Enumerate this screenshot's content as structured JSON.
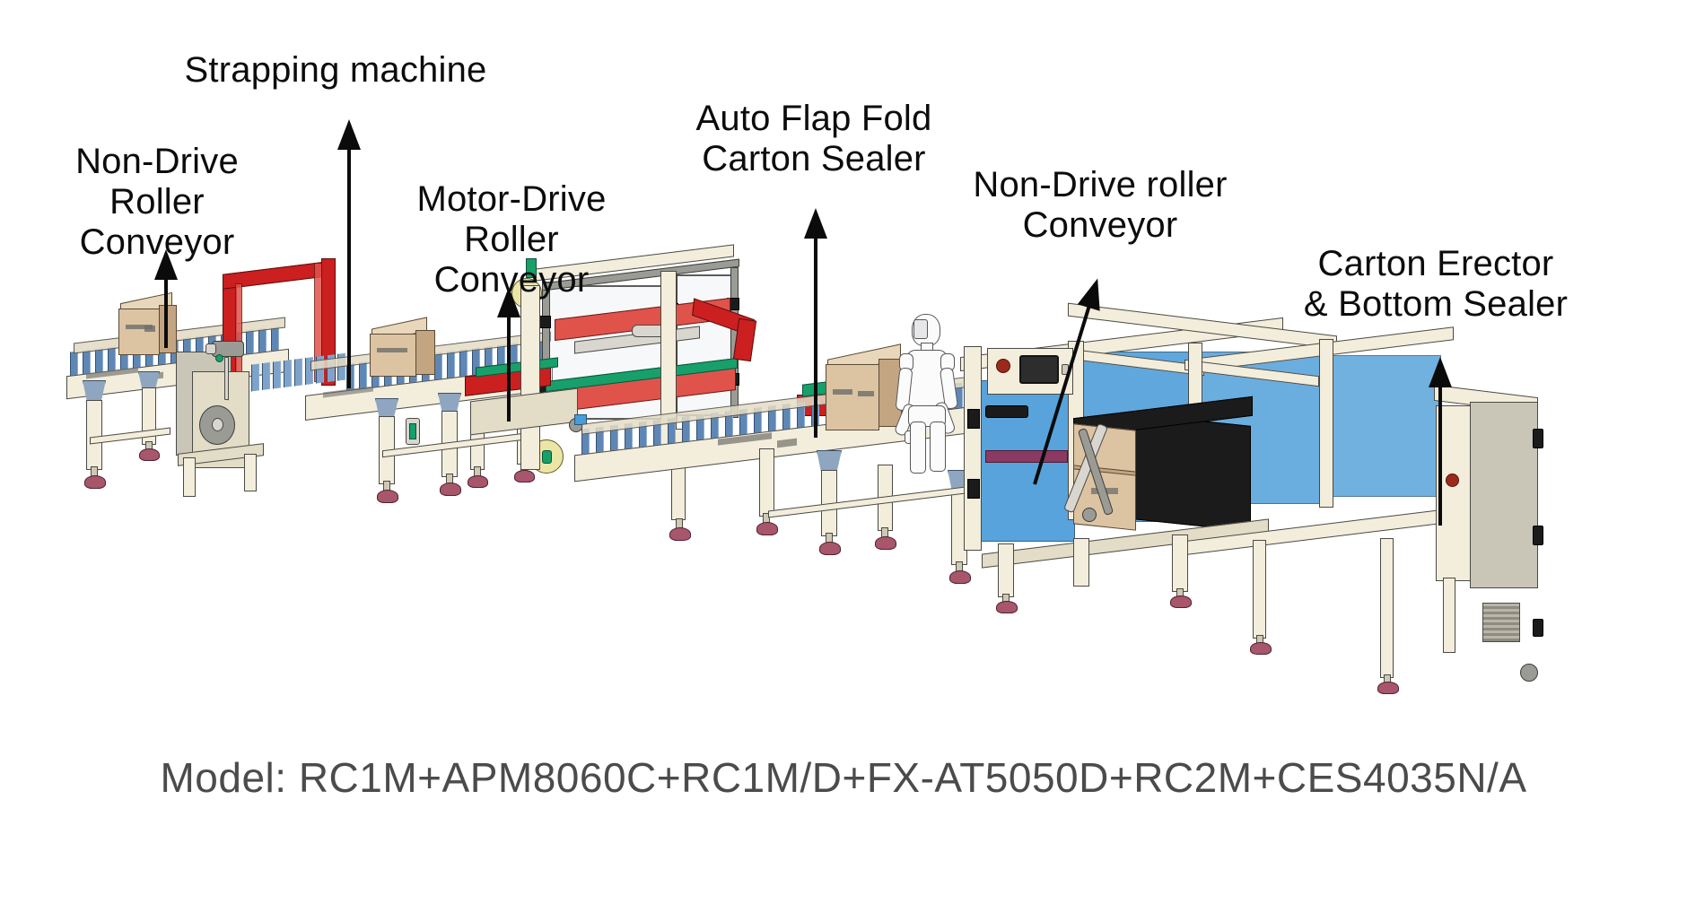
{
  "diagram": {
    "title_caption": "Model: RC1M+APM8060C+RC1M/D+FX-AT5050D+RC2M+CES4035N/A",
    "background_color": "#ffffff",
    "text_color": "#0c0c0c",
    "caption_color": "#4b4b4b",
    "labels": [
      {
        "id": "non-drive-roller-conveyor-left",
        "text": "Non-Drive\nRoller Conveyor"
      },
      {
        "id": "strapping-machine",
        "text": "Strapping machine"
      },
      {
        "id": "motor-drive-roller-conveyor",
        "text": "Motor-Drive\nRoller Conveyor"
      },
      {
        "id": "auto-flap-fold-carton-sealer",
        "text": "Auto Flap Fold\nCarton Sealer"
      },
      {
        "id": "non-drive-roller-conveyor-right",
        "text": "Non-Drive roller\nConveyor"
      },
      {
        "id": "carton-erector-bottom-sealer",
        "text": "Carton Erector\n& Bottom Sealer"
      }
    ],
    "palette": {
      "machine_frame_cream": "#f3eddb",
      "machine_frame_shadow": "#e3dcc6",
      "strapping_arch_red": "#cc1f1f",
      "sealer_red": "#e0534b",
      "sealer_green": "#17a06a",
      "erector_panel_blue": "#4a9cd8",
      "roller_blue": "#5f87b5",
      "carton_tan": "#dcc3a2",
      "foot_maroon": "#a8566b",
      "tape_reel_yellow": "#ece6a6",
      "indicator_red": "#9c2a1c",
      "hmi_screen_dark": "#2d2d2d",
      "stack_black": "#1b1b1b"
    },
    "stations": [
      {
        "id": "station-non-drive-roller-conveyor-left",
        "name": "Non-Drive Roller Conveyor",
        "model_code": "RC1M"
      },
      {
        "id": "station-strapping-machine",
        "name": "Strapping machine",
        "model_code": "APM8060C"
      },
      {
        "id": "station-motor-drive-roller-conveyor",
        "name": "Motor-Drive Roller Conveyor",
        "model_code": "RC1M/D"
      },
      {
        "id": "station-auto-flap-fold-carton-sealer",
        "name": "Auto Flap Fold Carton Sealer",
        "model_code": "FX-AT5050D"
      },
      {
        "id": "station-non-drive-roller-conveyor-right",
        "name": "Non-Drive roller Conveyor",
        "model_code": "RC2M"
      },
      {
        "id": "station-carton-erector-bottom-sealer",
        "name": "Carton Erector & Bottom Sealer",
        "model_code": "CES4035N/A"
      }
    ]
  }
}
